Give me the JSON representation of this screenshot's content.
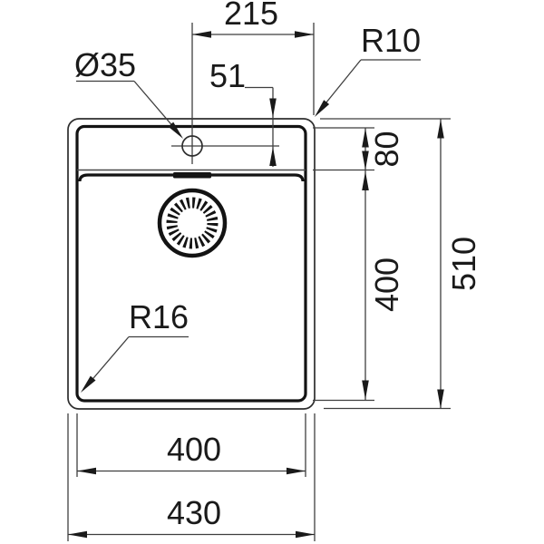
{
  "drawing": {
    "title": "sink-technical-drawing-top-view",
    "dimensions": {
      "tap_to_right_edge": "215",
      "tap_offset_from_top": "51",
      "tap_hole_diameter": "Ø35",
      "outer_corner_radius": "R10",
      "deck_depth": "80",
      "bowl_depth": "400",
      "overall_depth": "510",
      "bowl_corner_radius": "R16",
      "bowl_width": "400",
      "overall_width": "430"
    },
    "colors": {
      "background": "#ffffff",
      "thin_line": "#3f3f3f",
      "thick_line": "#131313",
      "text": "#1a1a1a"
    }
  }
}
